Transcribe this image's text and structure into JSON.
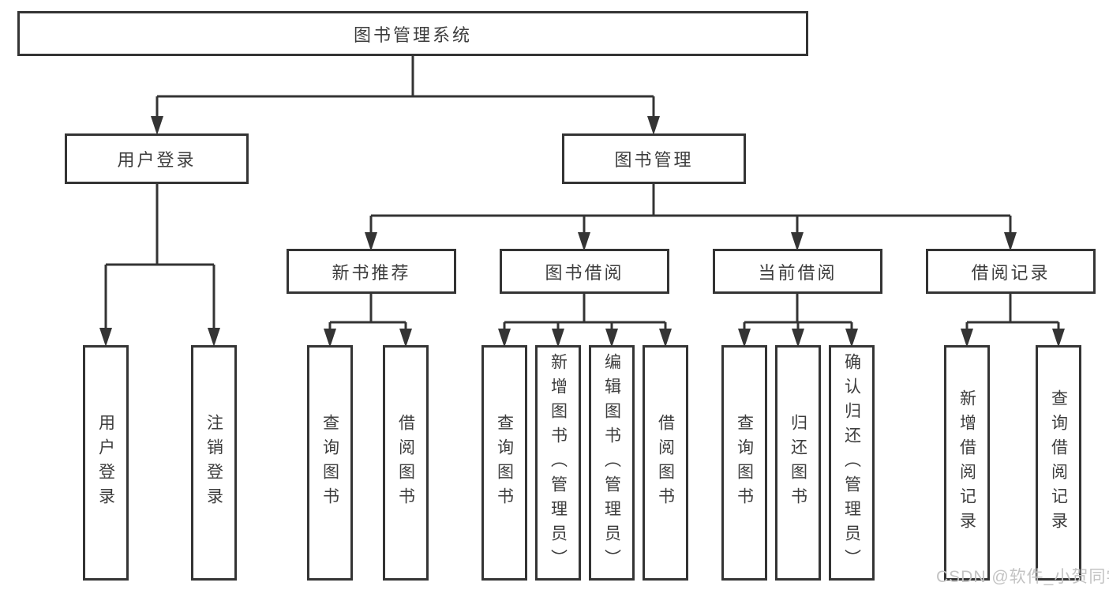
{
  "tree": {
    "root": {
      "label": "图书管理系统"
    },
    "branches": [
      {
        "label": "用户登录",
        "children": [
          "用户登录",
          "注销登录"
        ]
      },
      {
        "label": "图书管理",
        "sections": [
          {
            "label": "新书推荐",
            "children": [
              "查询图书",
              "借阅图书"
            ]
          },
          {
            "label": "图书借阅",
            "children": [
              "查询图书",
              "新增图书（管理员）",
              "编辑图书（管理员）",
              "借阅图书"
            ]
          },
          {
            "label": "当前借阅",
            "children": [
              "查询图书",
              "归还图书",
              "确认归还（管理员）"
            ]
          },
          {
            "label": "借阅记录",
            "children": [
              "新增借阅记录",
              "查询借阅记录"
            ]
          }
        ]
      }
    ]
  },
  "watermark": {
    "text": "CSDN @软件_小贺同学"
  },
  "colors": {
    "line": "#343434",
    "text": "#3d3d3d",
    "watermark": "#c3c3c3",
    "background": "#ffffff"
  }
}
